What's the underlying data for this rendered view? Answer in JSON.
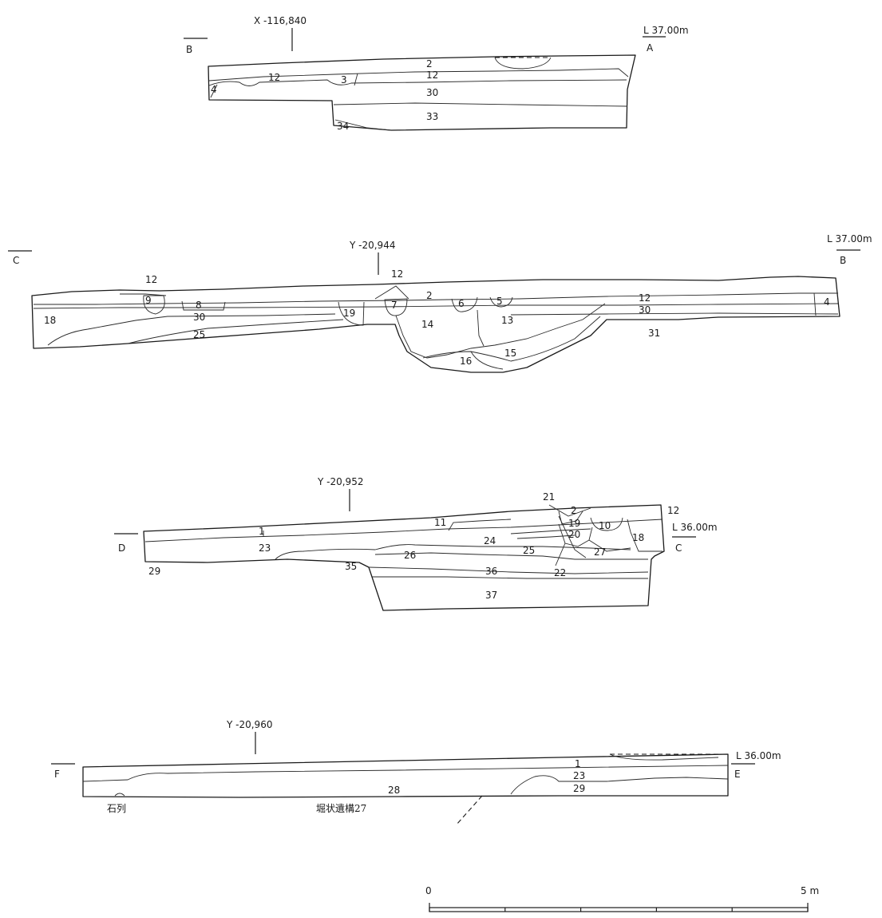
{
  "sections": [
    {
      "id": "a-b",
      "left_end": "B",
      "right_end": "A",
      "level": "L 37.00m",
      "coordinate": "X -116,840",
      "layers": [
        "2",
        "12",
        "12",
        "3",
        "4",
        "30",
        "33",
        "34"
      ]
    },
    {
      "id": "b-c",
      "left_end": "C",
      "right_end": "B",
      "level": "L 37.00m",
      "coordinate": "Y -20,944",
      "layers": [
        "12",
        "12",
        "9",
        "8",
        "30",
        "18",
        "25",
        "19",
        "7",
        "2",
        "6",
        "5",
        "12",
        "30",
        "4",
        "14",
        "13",
        "31",
        "15",
        "16"
      ]
    },
    {
      "id": "c-d",
      "left_end": "D",
      "right_end": "C",
      "level": "L 36.00m",
      "coordinate": "Y -20,952",
      "layers": [
        "21",
        "2",
        "12",
        "11",
        "19",
        "10",
        "20",
        "18",
        "1",
        "23",
        "24",
        "25",
        "27",
        "26",
        "29",
        "35",
        "36",
        "22",
        "37"
      ]
    },
    {
      "id": "e-f",
      "left_end": "F",
      "right_end": "E",
      "level": "L 36.00m",
      "coordinate": "Y -20,960",
      "layers": [
        "1",
        "23",
        "28",
        "29"
      ],
      "annotations": [
        "石列",
        "堀状遺構27"
      ]
    }
  ],
  "scale": {
    "start": "0",
    "end": "5 m"
  }
}
